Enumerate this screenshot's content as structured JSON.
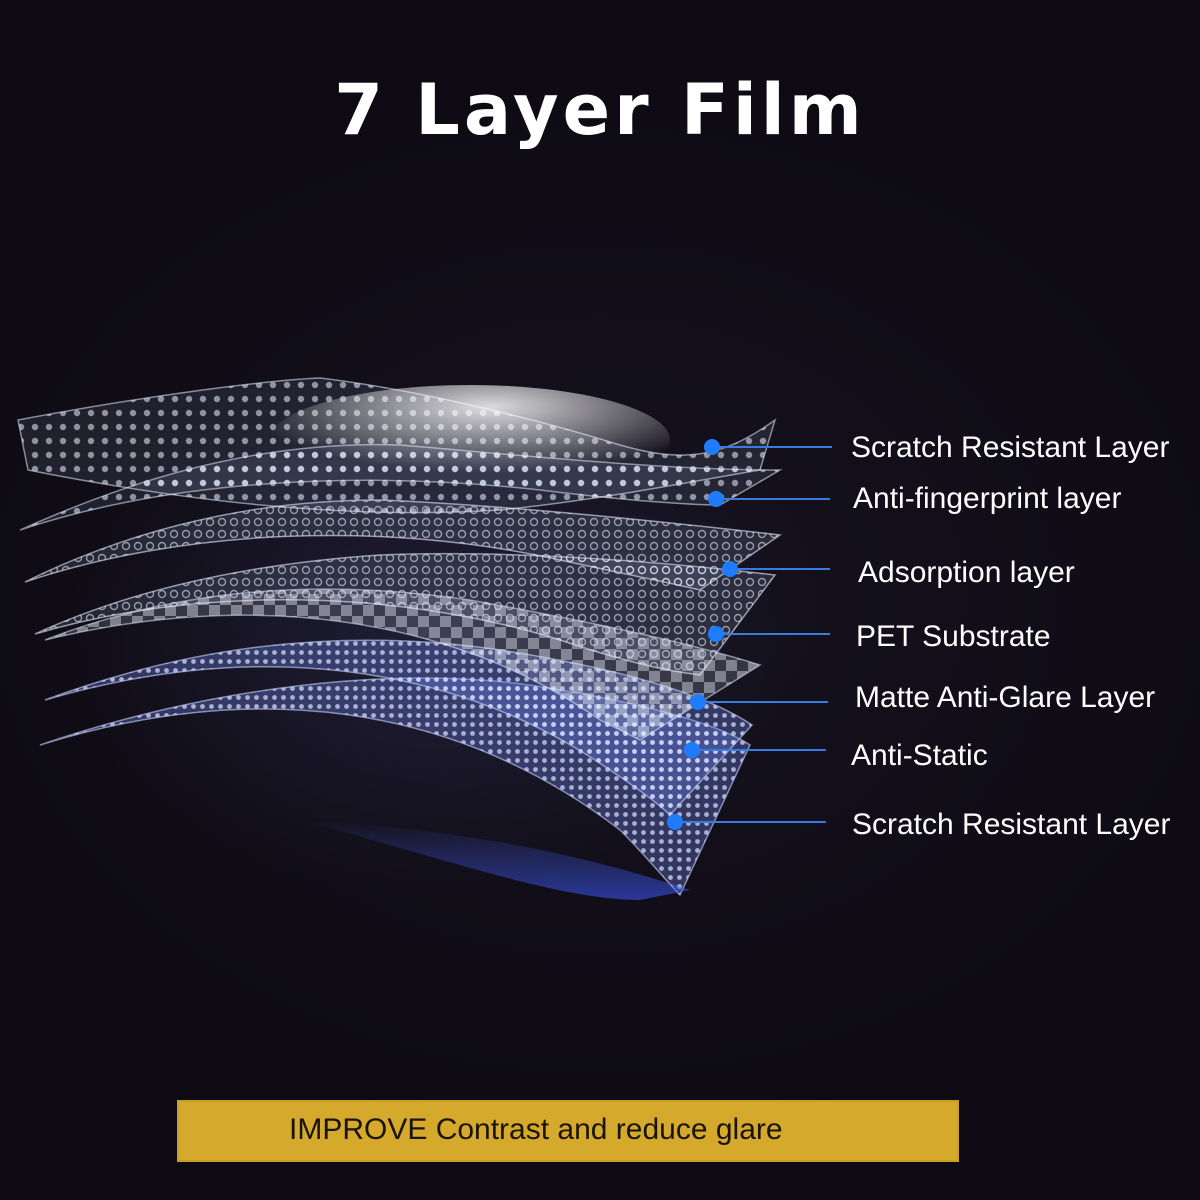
{
  "title": "7 Layer Film",
  "layers": [
    {
      "label": "Scratch Resistant Layer"
    },
    {
      "label": "Anti-fingerprint layer"
    },
    {
      "label": "Adsorption layer"
    },
    {
      "label": "PET Substrate"
    },
    {
      "label": "Matte Anti-Glare Layer"
    },
    {
      "label": "Anti-Static"
    },
    {
      "label": "Scratch Resistant Layer"
    }
  ],
  "banner": {
    "text": "IMPROVE Contrast and reduce glare"
  },
  "colors": {
    "background": "#0f0c16",
    "leader_line": "#3a7be0",
    "marker": "#1f7cff",
    "banner": "#d5a92c"
  }
}
